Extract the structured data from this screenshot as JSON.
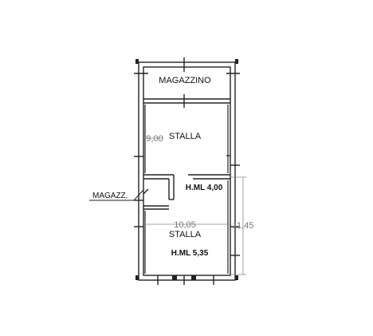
{
  "rooms": {
    "magazzino": "MAGAZZINO",
    "stalla_upper": "STALLA",
    "magazz": "MAGAZZ.",
    "stalla_lower": "STALLA"
  },
  "heights": {
    "upper": "H.ML 4,00",
    "lower": "H.ML 5,35"
  },
  "dimensions": {
    "upper_width": "9,00",
    "lower_width": "10,05",
    "total_depth": "11,45"
  }
}
